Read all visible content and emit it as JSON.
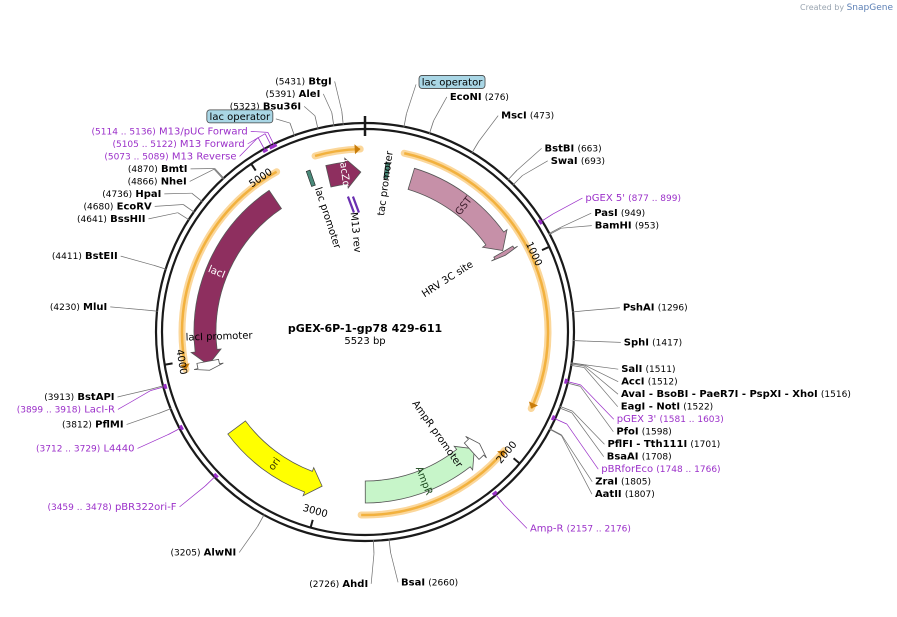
{
  "credit": {
    "prefix": "Created by",
    "brand": "SnapGene"
  },
  "map": {
    "name": "pGEX-6P-1-gp78 429-611",
    "size_label": "5523 bp",
    "total_bp": 5523
  },
  "ticks": [
    {
      "pos": 1000,
      "label": "1000"
    },
    {
      "pos": 2000,
      "label": "2000"
    },
    {
      "pos": 3000,
      "label": "3000"
    },
    {
      "pos": 4000,
      "label": "4000"
    },
    {
      "pos": 5000,
      "label": "5000"
    }
  ],
  "features": [
    {
      "name": "GST",
      "label": "GST",
      "start": 258,
      "end": 911,
      "dir": 1,
      "ring": 1,
      "color": "#c690a8",
      "text": "#3a1a2a"
    },
    {
      "name": "HRV 3C site",
      "label": "",
      "start": 918,
      "end": 941,
      "dir": 1,
      "ring": 1,
      "color": "#c690a8",
      "text": "#3a1a2a"
    },
    {
      "name": "lacZa",
      "label": "lacZα",
      "start": 5320,
      "end": 5500,
      "dir": 1,
      "ring": 1,
      "color": "#8e2f5f",
      "text": "#ffffff"
    },
    {
      "name": "lacI",
      "label": "lacI",
      "start": 3960,
      "end": 5000,
      "dir": -1,
      "ring": 1,
      "color": "#8e2f5f",
      "text": "#ffffff"
    },
    {
      "name": "AmpR",
      "label": "AmpR",
      "start": 2100,
      "end": 2760,
      "dir": -1,
      "ring": 1,
      "color": "#c7f5c9",
      "text": "#1c4a1e"
    },
    {
      "name": "ori",
      "label": "ori",
      "start": 3000,
      "end": 3580,
      "dir": -1,
      "ring": 1,
      "color": "#ffff00",
      "text": "#333300"
    },
    {
      "name": "AmpR promoter",
      "label": "",
      "start": 2060,
      "end": 2120,
      "dir": -1,
      "ring": 1,
      "color": "#ffffff",
      "text": "#000000"
    },
    {
      "name": "lacI promoter",
      "label": "",
      "start": 3930,
      "end": 3980,
      "dir": -1,
      "ring": 1,
      "color": "#ffffff",
      "text": "#000000"
    }
  ],
  "orfs": [
    {
      "start": 5280,
      "end": 5500,
      "dir": 1
    },
    {
      "start": 190,
      "end": 1760,
      "dir": 1
    },
    {
      "start": 2000,
      "end": 2780,
      "dir": -1
    },
    {
      "start": 3960,
      "end": 5080,
      "dir": -1
    }
  ],
  "inner_labels": [
    {
      "text": "tac promoter",
      "pos": 120,
      "r": 150
    },
    {
      "text": "lac promoter",
      "pos": 5245,
      "r": 120
    },
    {
      "text": "M13 rev",
      "pos": 5440,
      "r": 100
    },
    {
      "text": "HRV 3C site",
      "pos": 880,
      "r": 98
    },
    {
      "text": "lacI promoter",
      "pos": 4115,
      "r": 146
    },
    {
      "text": "AmpR promoter",
      "pos": 2220,
      "r": 125
    }
  ],
  "sites": [
    {
      "text": "BtgI",
      "num": "(5431)",
      "pos": 5431,
      "side": "left",
      "type": "enzyme"
    },
    {
      "text": "AleI",
      "num": "(5391)",
      "pos": 5391,
      "side": "left",
      "type": "enzyme"
    },
    {
      "text": "Bsu36I",
      "num": "(5323)",
      "pos": 5323,
      "side": "left",
      "type": "enzyme"
    },
    {
      "text": "M13/pUC Forward",
      "num": "(5114 .. 5136)",
      "pos": 5125,
      "side": "left",
      "type": "primer"
    },
    {
      "text": "M13 Forward",
      "num": "(5105 .. 5122)",
      "pos": 5113,
      "side": "left",
      "type": "primer"
    },
    {
      "text": "M13 Reverse",
      "num": "(5073 .. 5089)",
      "pos": 5081,
      "side": "left",
      "type": "primer"
    },
    {
      "text": "lac operator",
      "num": "",
      "pos": 5220,
      "side": "left",
      "type": "box"
    },
    {
      "text": "BmtI",
      "num": "(4870)",
      "pos": 4870,
      "side": "left",
      "type": "enzyme"
    },
    {
      "text": "NheI",
      "num": "(4866)",
      "pos": 4866,
      "side": "left",
      "type": "enzyme"
    },
    {
      "text": "HpaI",
      "num": "(4736)",
      "pos": 4736,
      "side": "left",
      "type": "enzyme"
    },
    {
      "text": "EcoRV",
      "num": "(4680)",
      "pos": 4680,
      "side": "left",
      "type": "enzyme"
    },
    {
      "text": "BssHII",
      "num": "(4641)",
      "pos": 4641,
      "side": "left",
      "type": "enzyme"
    },
    {
      "text": "BstEII",
      "num": "(4411)",
      "pos": 4411,
      "side": "left",
      "type": "enzyme"
    },
    {
      "text": "MluI",
      "num": "(4230)",
      "pos": 4230,
      "side": "left",
      "type": "enzyme"
    },
    {
      "text": "LacI-R",
      "num": "(3899 .. 3918)",
      "pos": 3908,
      "side": "left",
      "type": "primer"
    },
    {
      "text": "BstAPI",
      "num": "(3913)",
      "pos": 3913,
      "side": "left",
      "type": "enzyme"
    },
    {
      "text": "PflMI",
      "num": "(3812)",
      "pos": 3812,
      "side": "left",
      "type": "enzyme"
    },
    {
      "text": "L4440",
      "num": "(3712 .. 3729)",
      "pos": 3720,
      "side": "left",
      "type": "primer"
    },
    {
      "text": "pBR322ori-F",
      "num": "(3459 .. 3478)",
      "pos": 3468,
      "side": "left",
      "type": "primer"
    },
    {
      "text": "AlwNI",
      "num": "(3205)",
      "pos": 3205,
      "side": "left",
      "type": "enzyme"
    },
    {
      "text": "AhdI",
      "num": "(2726)",
      "pos": 2726,
      "side": "left",
      "type": "enzyme"
    },
    {
      "text": "BsaI",
      "num": "(2660)",
      "pos": 2660,
      "side": "right",
      "type": "enzyme"
    },
    {
      "text": "lac operator",
      "num": "",
      "pos": 165,
      "side": "right",
      "type": "box"
    },
    {
      "text": "EcoNI",
      "num": "(276)",
      "pos": 276,
      "side": "right",
      "type": "enzyme"
    },
    {
      "text": "MscI",
      "num": "(473)",
      "pos": 473,
      "side": "right",
      "type": "enzyme"
    },
    {
      "text": "BstBI",
      "num": "(663)",
      "pos": 663,
      "side": "right",
      "type": "enzyme"
    },
    {
      "text": "SwaI",
      "num": "(693)",
      "pos": 693,
      "side": "right",
      "type": "enzyme"
    },
    {
      "text": "pGEX 5'",
      "num": "(877 .. 899)",
      "pos": 888,
      "side": "right",
      "type": "primer"
    },
    {
      "text": "PasI",
      "num": "(949)",
      "pos": 949,
      "side": "right",
      "type": "enzyme"
    },
    {
      "text": "BamHI",
      "num": "(953)",
      "pos": 953,
      "side": "right",
      "type": "enzyme"
    },
    {
      "text": "PshAI",
      "num": "(1296)",
      "pos": 1296,
      "side": "right",
      "type": "enzyme"
    },
    {
      "text": "SphI",
      "num": "(1417)",
      "pos": 1417,
      "side": "right",
      "type": "enzyme"
    },
    {
      "text": "SalI",
      "num": "(1511)",
      "pos": 1511,
      "side": "right",
      "type": "enzyme"
    },
    {
      "text": "AccI",
      "num": "(1512)",
      "pos": 1512,
      "side": "right",
      "type": "enzyme"
    },
    {
      "text": "AvaI - BsoBI - PaeR7I - PspXI - XhoI",
      "num": "(1516)",
      "pos": 1516,
      "side": "right",
      "type": "enzyme"
    },
    {
      "text": "EagI - NotI",
      "num": "(1522)",
      "pos": 1522,
      "side": "right",
      "type": "enzyme"
    },
    {
      "text": "PfoI",
      "num": "(1598)",
      "pos": 1598,
      "side": "right",
      "type": "enzyme"
    },
    {
      "text": "pGEX 3'",
      "num": "(1581 .. 1603)",
      "pos": 1592,
      "side": "right",
      "type": "primer"
    },
    {
      "text": "PflFI - Tth111I",
      "num": "(1701)",
      "pos": 1701,
      "side": "right",
      "type": "enzyme"
    },
    {
      "text": "BsaAI",
      "num": "(1708)",
      "pos": 1708,
      "side": "right",
      "type": "enzyme"
    },
    {
      "text": "pBRforEco",
      "num": "(1748 .. 1766)",
      "pos": 1757,
      "side": "right",
      "type": "primer"
    },
    {
      "text": "ZraI",
      "num": "(1805)",
      "pos": 1805,
      "side": "right",
      "type": "enzyme"
    },
    {
      "text": "AatII",
      "num": "(1807)",
      "pos": 1807,
      "side": "right",
      "type": "enzyme"
    },
    {
      "text": "Amp-R",
      "num": "(2157 .. 2176)",
      "pos": 2166,
      "side": "right",
      "type": "primer"
    }
  ],
  "colors": {
    "backbone": "#1a1a1a",
    "primer": "#9b30c9",
    "orf": "#f2b13e",
    "box_fill": "#a9d6e5",
    "leader": "#707070"
  }
}
